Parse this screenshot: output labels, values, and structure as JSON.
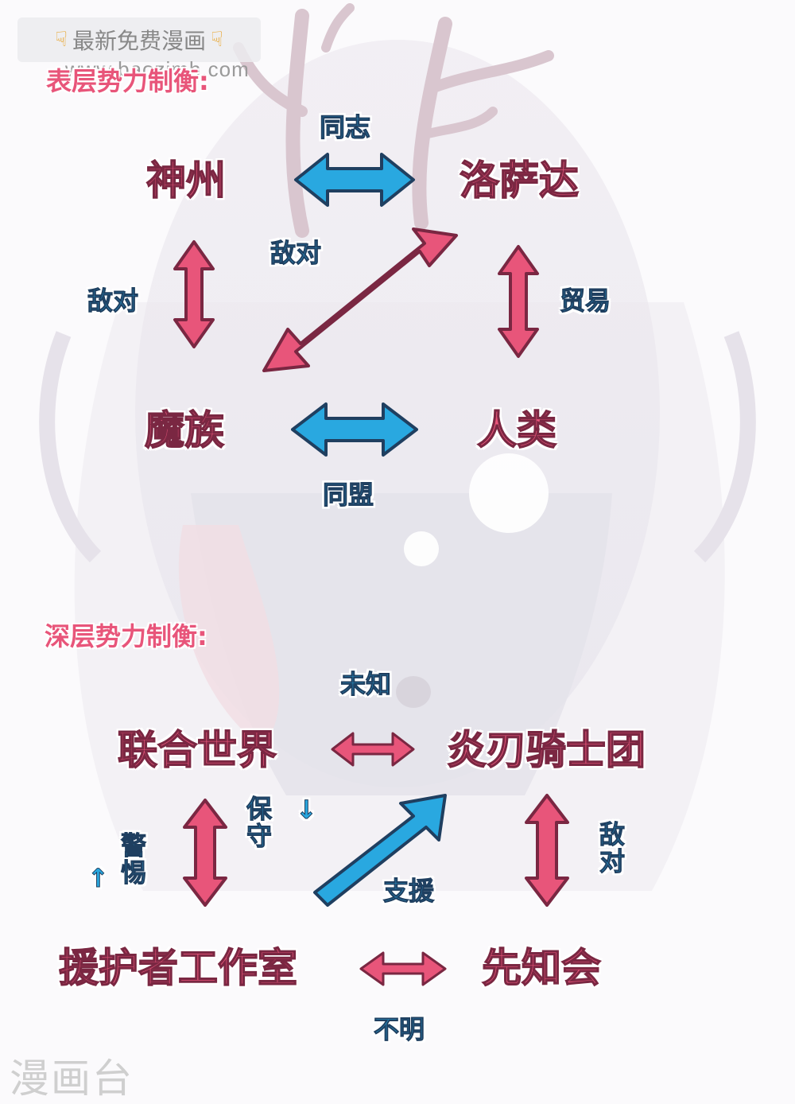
{
  "watermark": {
    "banner_text": "最新免费漫画",
    "banner_url": "www.baozimh.com",
    "bottom_logo": "漫画台"
  },
  "surface": {
    "heading": "表层势力制衡:",
    "factions": {
      "shenzhou": "神州",
      "luosada": "洛萨达",
      "mozu": "魔族",
      "renlei": "人类"
    },
    "relations": {
      "shenzhou_luosada": "同志",
      "shenzhou_mozu": "敌对",
      "luosada_mozu": "敌对",
      "luosada_renlei": "贸易",
      "mozu_renlei": "同盟"
    }
  },
  "deep": {
    "heading": "深层势力制衡:",
    "factions": {
      "united_world": "联合世界",
      "flame_blade": "炎刃骑士团",
      "guardian_studio": "援护者工作室",
      "prophet": "先知会"
    },
    "relations": {
      "united_flame": "未知",
      "united_guardian_down": "保守",
      "united_guardian_up": "警惕",
      "guardian_flame": "支援",
      "flame_prophet": "敌对",
      "guardian_prophet": "不明"
    },
    "arrow_glyphs": {
      "down": "↓",
      "up": "↑"
    }
  },
  "colors": {
    "faction_pink": "#e8557a",
    "relation_blue": "#29a8e0",
    "outline_dark": "#7a2742"
  }
}
